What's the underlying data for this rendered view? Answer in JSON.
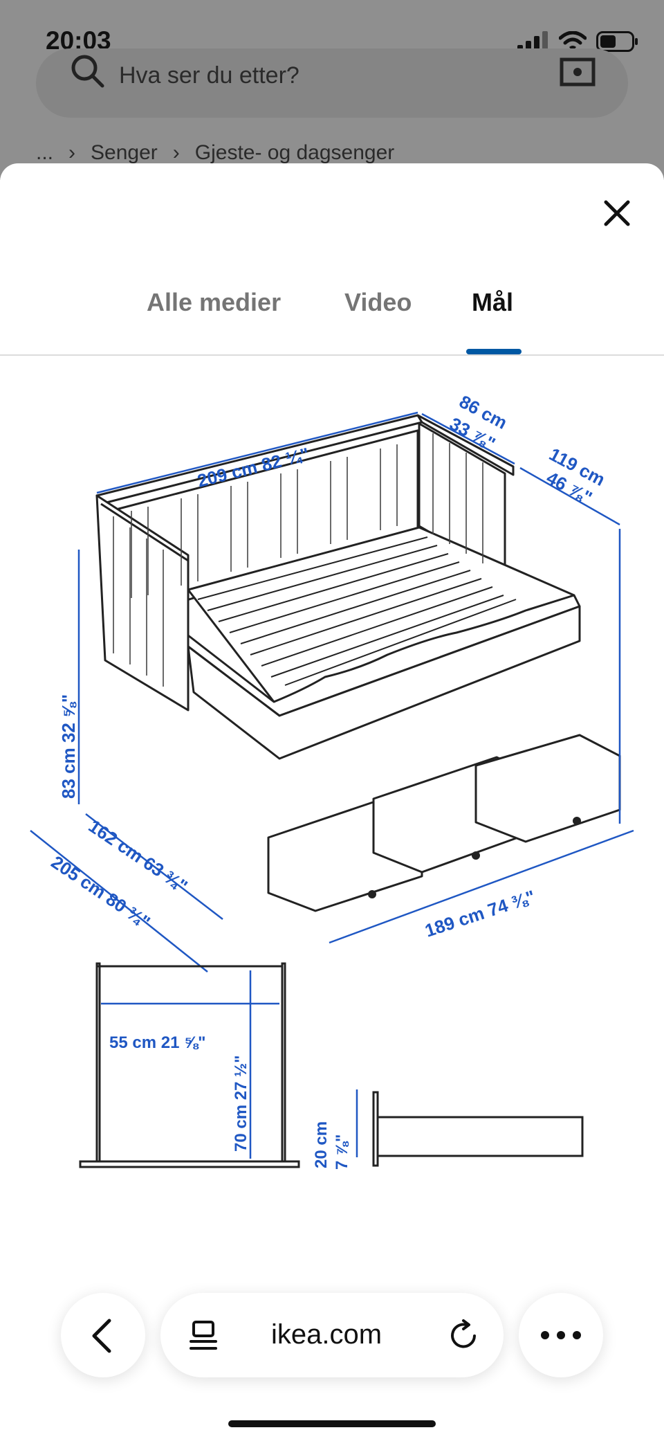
{
  "status_bar": {
    "time": "20:03"
  },
  "background_page": {
    "search_placeholder": "Hva ser du etter?",
    "breadcrumb": [
      "...",
      "Senger",
      "Gjeste- og dagsenger"
    ]
  },
  "modal": {
    "tabs": [
      {
        "label": "Alle medier",
        "active": false
      },
      {
        "label": "Video",
        "active": false
      },
      {
        "label": "Mål",
        "active": true
      }
    ],
    "accent_color": "#0058a3",
    "diagram": {
      "dim_color": "#1f57c3",
      "dimensions": {
        "length_top": "209 cm 82 ¼\"",
        "depth_top_cm": "86 cm",
        "depth_top_in": "33 ⅞\"",
        "depth_open_cm": "119 cm",
        "depth_open_in": "46 ⅞\"",
        "height": "83 cm 32 ⅝\"",
        "width_closed": "162 cm 63 ¾\"",
        "width_open": "205 cm 80 ¾\"",
        "drawer_length": "189 cm 74 ⅜\"",
        "bed_width": "55 cm 21 ⅝\"",
        "bed_height": "70 cm 27 ½\"",
        "drawer_height_cm": "20 cm",
        "drawer_height_in": "7 ⅞\""
      }
    }
  },
  "browser_toolbar": {
    "url": "ikea.com"
  }
}
